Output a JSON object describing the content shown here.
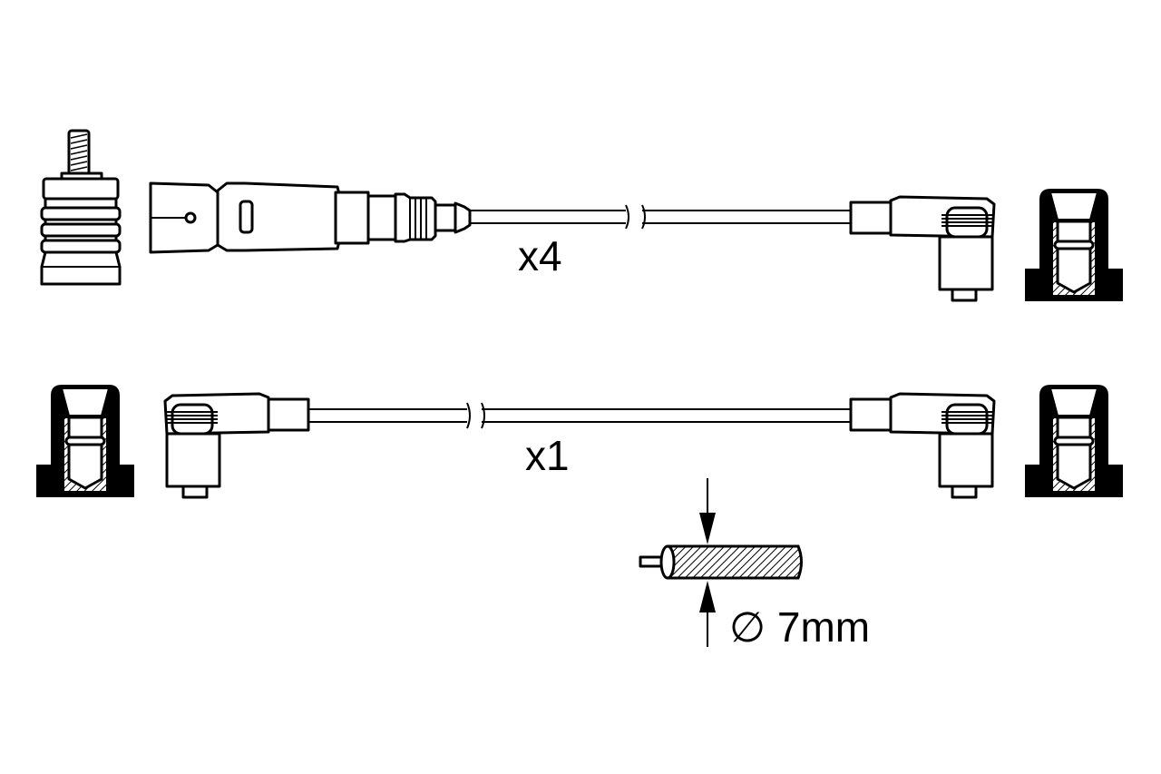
{
  "labels": {
    "top_quantity": "x4",
    "bottom_quantity": "x1",
    "diameter_symbol": "∅",
    "diameter_value": "7mm"
  },
  "colors": {
    "line": "#000000",
    "background": "#ffffff"
  }
}
